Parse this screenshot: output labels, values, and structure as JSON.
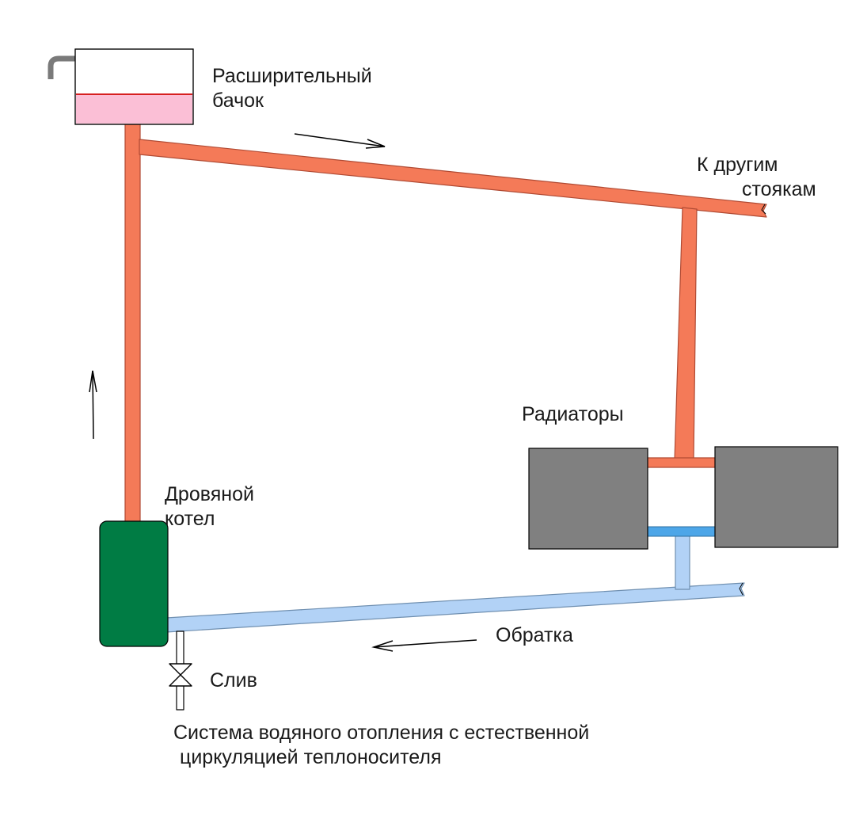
{
  "labels": {
    "expansion_tank": [
      "Расширительный",
      "бачок"
    ],
    "other_risers": [
      "К другим",
      "стоякам"
    ],
    "radiators": "Радиаторы",
    "boiler": [
      "Дровяной",
      "котел"
    ],
    "return_line": "Обратка",
    "drain": "Слив",
    "caption": [
      "Система водяного отопления с естественной",
      "циркуляцией теплоносителя"
    ]
  },
  "colors": {
    "supply_pipe": "#f47a58",
    "supply_outline": "#b04a33",
    "return_pipe": "#b2d2f6",
    "return_outline": "#6f8fb0",
    "radiator_connector_return": "#4da6e8",
    "boiler": "#007c44",
    "radiator": "#808080",
    "tank_water": "#fbbfd6",
    "tank_waterline": "#d62020",
    "overflow_pipe": "#7a7a7a",
    "outline": "#000000"
  },
  "icons": {
    "drain_valve": "valve-icon",
    "flow_arrows": "arrow-icon"
  }
}
